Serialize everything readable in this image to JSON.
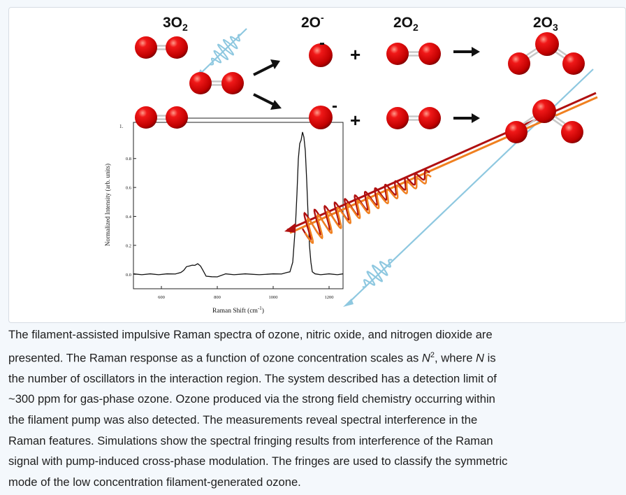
{
  "figure": {
    "reaction": {
      "reactant_label": "3O",
      "reactant_sub": "2",
      "anion_label": "2O",
      "anion_sup": "-",
      "oxygen_label": "2O",
      "oxygen_sub": "2",
      "ozone_label": "2O",
      "ozone_sub": "3",
      "plus_sign": "+",
      "minus_sign": "-"
    },
    "colors": {
      "atom": "#e00000",
      "probe_beam": "#8ec8e0",
      "pump_beam_dark": "#b01010",
      "pump_beam_light": "#f08020"
    }
  },
  "chart_data": {
    "type": "line",
    "xlabel": "Raman Shift (cm",
    "xlabel_sup": "-1",
    "xlabel_close": ")",
    "ylabel": "Normalized Intensity (arb. units)",
    "xlim": [
      500,
      1250
    ],
    "ylim": [
      -0.1,
      1.05
    ],
    "x_ticks": [
      600,
      800,
      1000,
      1200
    ],
    "y_ticks": [
      0.0,
      0.2,
      0.4,
      0.6,
      0.8
    ],
    "y_tick_labels": [
      "0.0",
      "0.2",
      "0.4",
      "0.6",
      "0.8"
    ],
    "y_top_label": "1.",
    "series": [
      {
        "x": [
          500,
          530,
          560,
          590,
          620,
          650,
          670,
          680,
          690,
          700,
          710,
          720,
          730,
          740,
          750,
          760,
          780,
          800,
          830,
          860,
          900,
          950,
          1000,
          1030,
          1050,
          1060,
          1070,
          1080,
          1085,
          1090,
          1095,
          1100,
          1105,
          1110,
          1115,
          1120,
          1125,
          1130,
          1135,
          1140,
          1150,
          1170,
          1200,
          1230,
          1250
        ],
        "y": [
          0.0,
          0.0,
          0.0,
          0.0,
          0.0,
          0.005,
          0.01,
          0.03,
          0.05,
          0.06,
          0.06,
          0.065,
          0.07,
          0.06,
          0.02,
          -0.01,
          -0.02,
          -0.015,
          0.0,
          0.0,
          0.0,
          0.0,
          0.0,
          0.005,
          0.01,
          0.02,
          0.08,
          0.35,
          0.55,
          0.8,
          0.9,
          0.93,
          0.98,
          0.95,
          0.85,
          0.65,
          0.4,
          0.2,
          0.08,
          0.02,
          0.0,
          0.0,
          0.0,
          0.0,
          0.0
        ]
      }
    ]
  },
  "caption": {
    "line1": "The filament-assisted impulsive Raman spectra of ozone, nitric oxide, and nitrogen dioxide are",
    "line2a": "presented. The Raman response as a function of ozone concentration scales as ",
    "line2_var": "N",
    "line2_sup": "2",
    "line2b": ", where ",
    "line2_var2": "N",
    "line2c": " is",
    "line3": "the number of oscillators in the interaction region. The system described has a detection limit of",
    "line4": "~300 ppm for gas-phase ozone. Ozone produced via the strong field chemistry occurring within",
    "line5": "the filament pump was also detected. The measurements reveal spectral interference in the",
    "line6": "Raman features. Simulations show the spectral fringing results from interference of the Raman",
    "line7": "signal with pump-induced cross-phase modulation. The fringes are used to classify the symmetric",
    "line8": "mode of the low concentration filament-generated ozone."
  }
}
